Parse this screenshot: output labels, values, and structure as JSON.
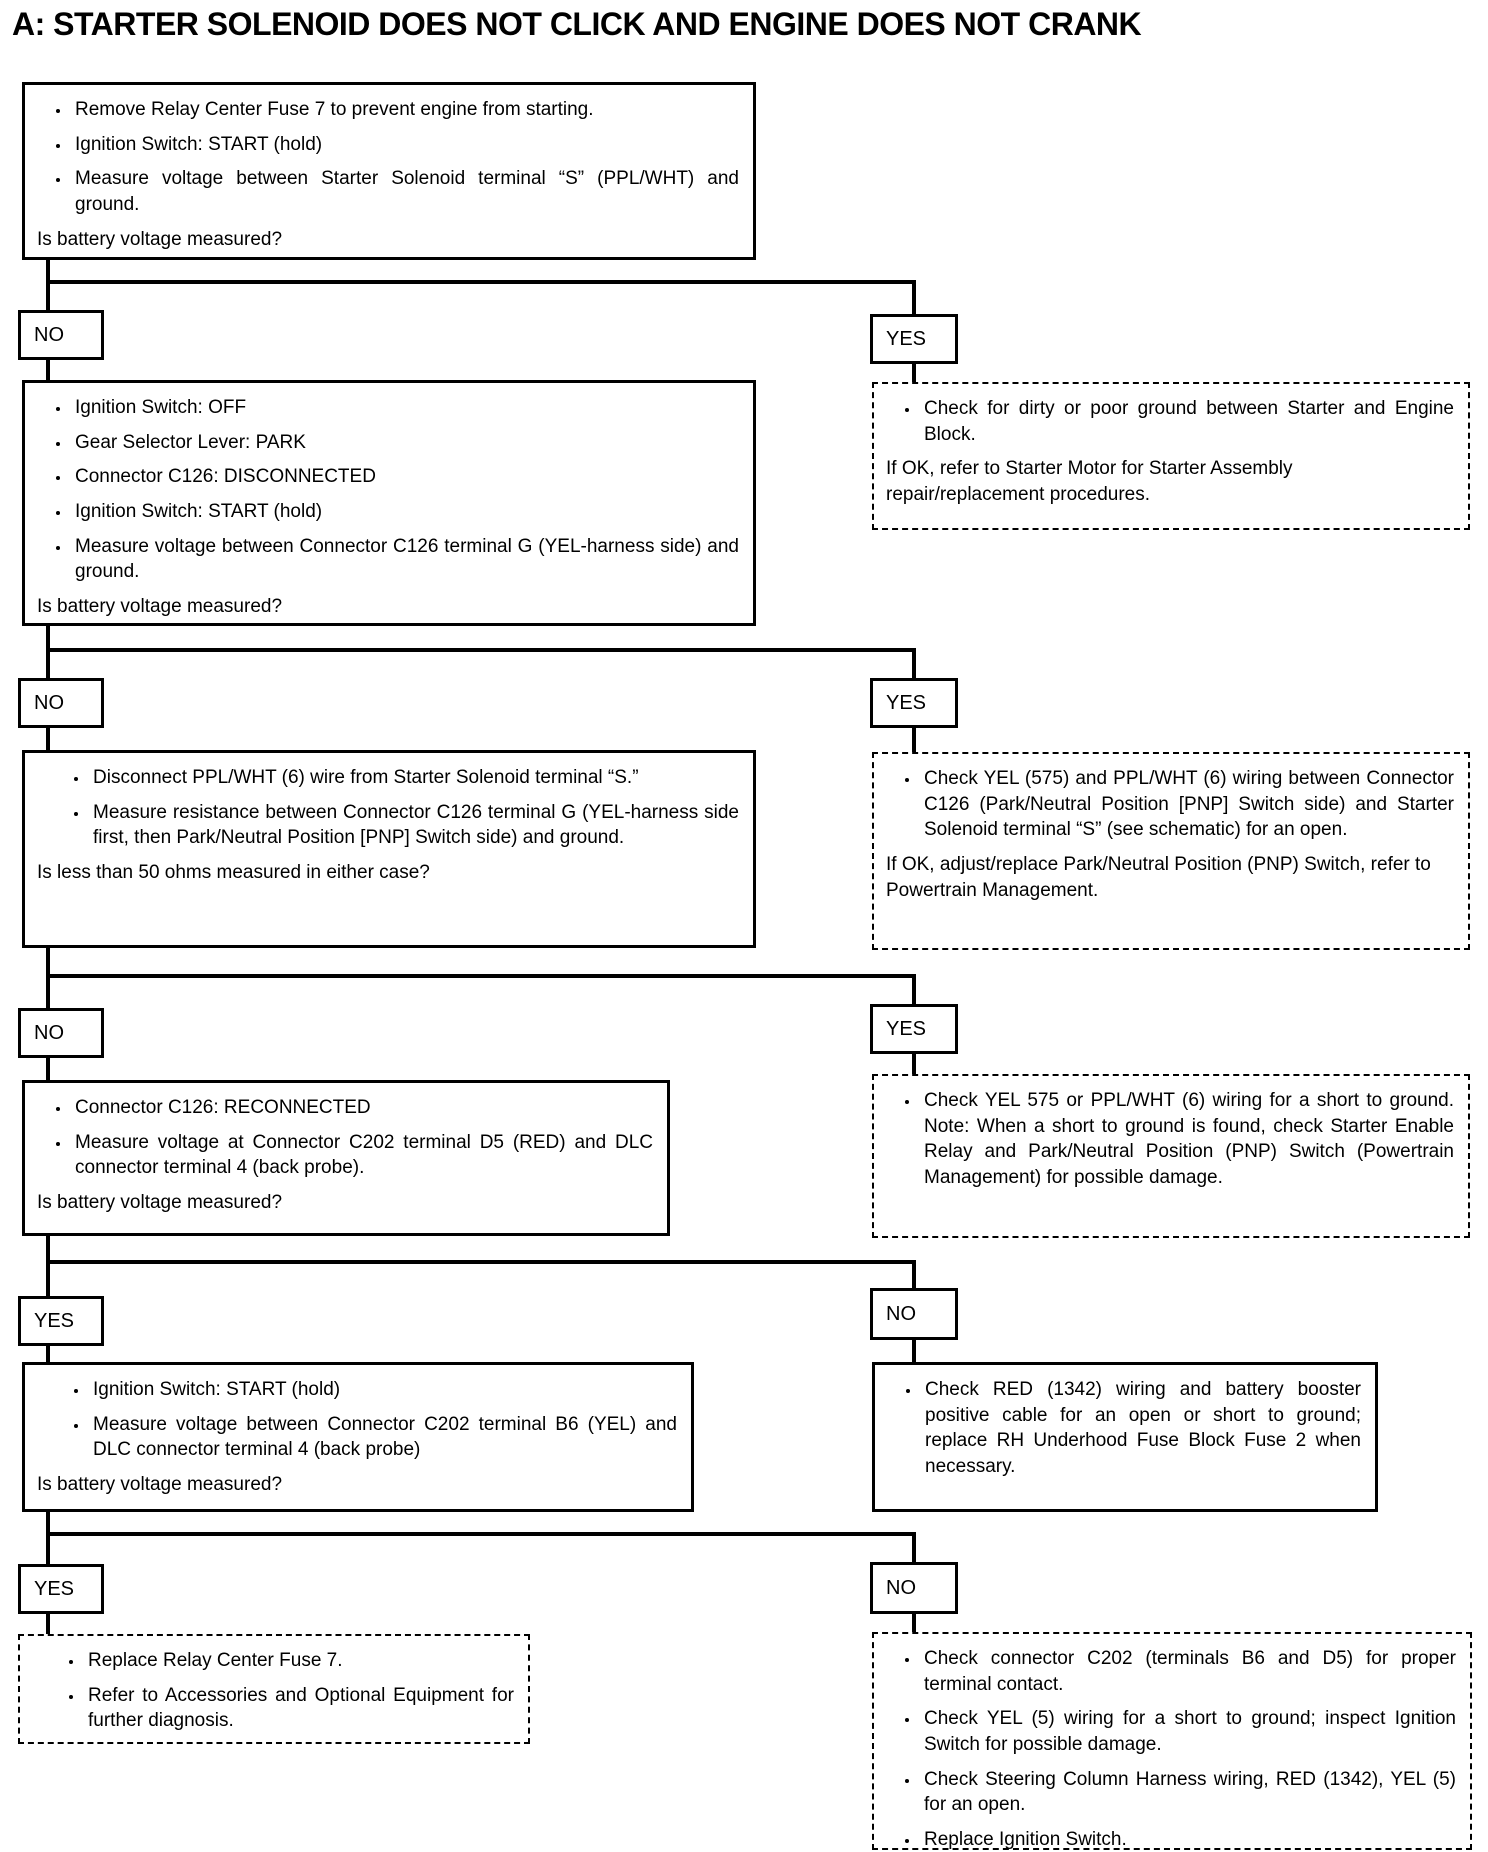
{
  "title": "A: STARTER SOLENOID DOES NOT CLICK AND ENGINE DOES NOT CRANK",
  "labels": {
    "yes": "YES",
    "no": "NO"
  },
  "boxes": {
    "q1": {
      "bullets": [
        "Remove Relay Center Fuse 7 to prevent engine from starting.",
        "Ignition Switch: START (hold)",
        "Measure voltage between Starter Solenoid terminal “S” (PPL/WHT) and ground."
      ],
      "question": "Is battery voltage measured?"
    },
    "r1": {
      "bullets": [
        "Check for dirty or poor ground between Starter and Engine Block."
      ],
      "footer": "If OK, refer to Starter Motor for Starter Assembly repair/replacement procedures."
    },
    "q2": {
      "bullets": [
        "Ignition Switch: OFF",
        "Gear Selector Lever: PARK",
        "Connector C126: DISCONNECTED",
        "Ignition Switch: START (hold)",
        "Measure voltage between Connector C126 terminal G (YEL-harness side) and ground."
      ],
      "question": "Is battery voltage measured?"
    },
    "r2": {
      "bullets": [
        "Check YEL (575) and PPL/WHT (6) wiring between Connector C126 (Park/Neutral Position [PNP] Switch side) and Starter Solenoid terminal “S” (see schematic) for an open."
      ],
      "footer": "If OK, adjust/replace Park/Neutral Position (PNP) Switch, refer to Powertrain Management."
    },
    "q3": {
      "bullets": [
        "Disconnect PPL/WHT (6) wire from Starter Solenoid terminal “S.”",
        "Measure resistance between Connector C126 terminal G (YEL-harness side first, then Park/Neutral Position [PNP] Switch side) and ground."
      ],
      "question": "Is less than 50 ohms measured in either case?"
    },
    "r3": {
      "bullets": [
        "Check YEL 575 or PPL/WHT (6) wiring for a short to ground. Note: When a short to ground is found, check Starter Enable Relay and Park/Neutral Position (PNP) Switch (Powertrain Management) for possible damage."
      ]
    },
    "q4": {
      "bullets": [
        "Connector C126: RECONNECTED",
        "Measure voltage at Connector C202 terminal D5 (RED) and DLC connector terminal 4 (back probe)."
      ],
      "question": "Is battery voltage measured?"
    },
    "r4": {
      "bullets": [
        "Check RED (1342) wiring and battery booster positive cable for an open or short to ground; replace RH Underhood Fuse Block Fuse 2 when necessary."
      ]
    },
    "q5": {
      "bullets": [
        "Ignition Switch: START (hold)",
        "Measure voltage between Connector C202 terminal B6 (YEL) and DLC connector terminal 4 (back probe)"
      ],
      "question": "Is battery voltage measured?"
    },
    "r5_yes": {
      "bullets": [
        "Replace Relay Center Fuse 7.",
        "Refer to Accessories and Optional Equipment for further diagnosis."
      ]
    },
    "r5_no": {
      "bullets": [
        "Check connector C202 (terminals B6 and D5) for proper terminal contact.",
        "Check YEL (5) wiring for a short to ground; inspect Ignition Switch for possible damage.",
        "Check Steering Column Harness wiring, RED (1342), YEL (5) for an open.",
        "Replace Ignition Switch."
      ]
    }
  }
}
